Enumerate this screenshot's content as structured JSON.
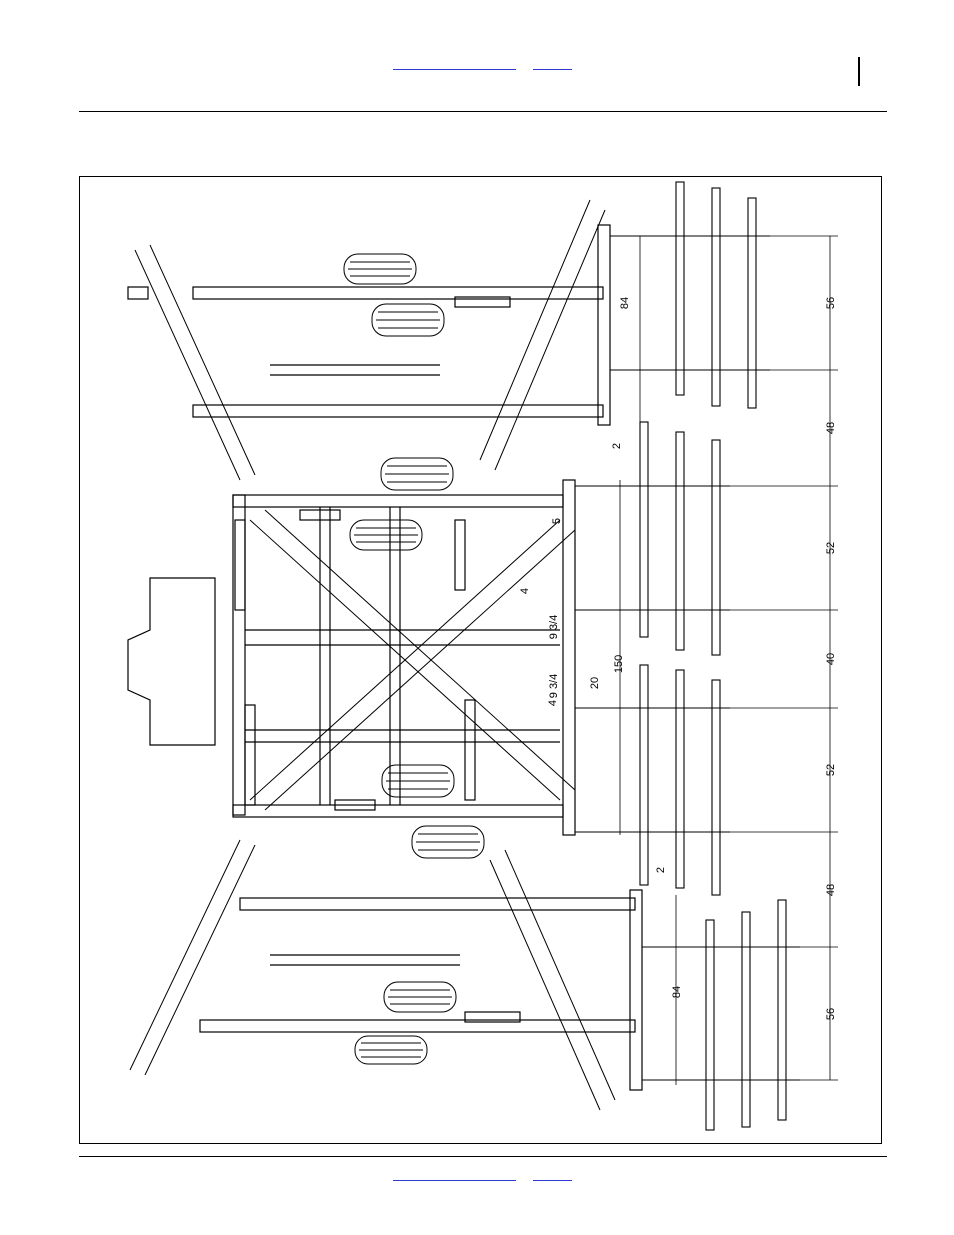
{
  "header": {
    "link_1": "",
    "link_2": ""
  },
  "footer": {
    "link_1": "",
    "link_2": ""
  },
  "drawing": {
    "dimensions": {
      "d84_top": "84",
      "d2_top": "2",
      "d56_top": "56",
      "d48_top": "48",
      "d52_a": "52",
      "d40": "40",
      "d52_b": "52",
      "d48_bot": "48",
      "d56_bot": "56",
      "d84_bot": "84",
      "d2_bot": "2",
      "d150": "150",
      "d20": "20",
      "d4_a": "4",
      "d4_b": "4",
      "d9_34_a": "9 3/4",
      "d9_34_b": "9 3/4",
      "d5": "5"
    }
  }
}
